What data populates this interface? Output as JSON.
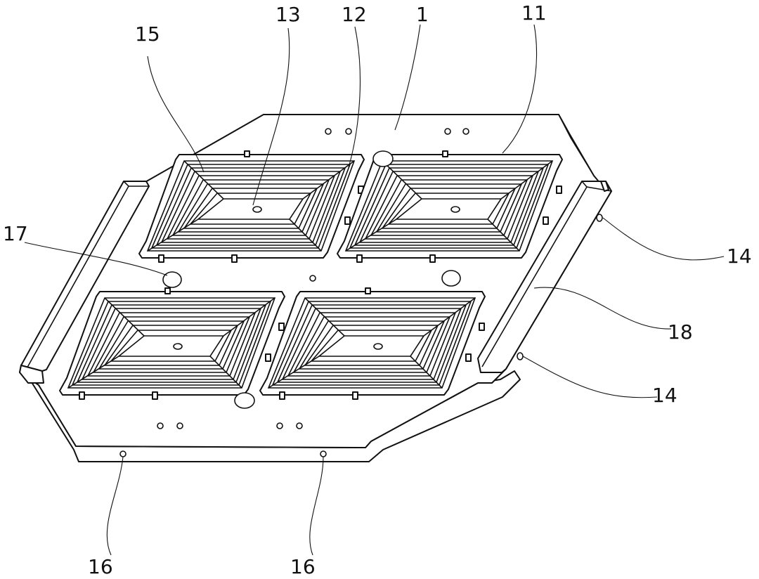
{
  "callouts": {
    "c15": "15",
    "c13": "13",
    "c12": "12",
    "c1": "1",
    "c11": "11",
    "c17": "17",
    "c14a": "14",
    "c18": "18",
    "c14b": "14",
    "c16a": "16",
    "c16b": "16"
  }
}
